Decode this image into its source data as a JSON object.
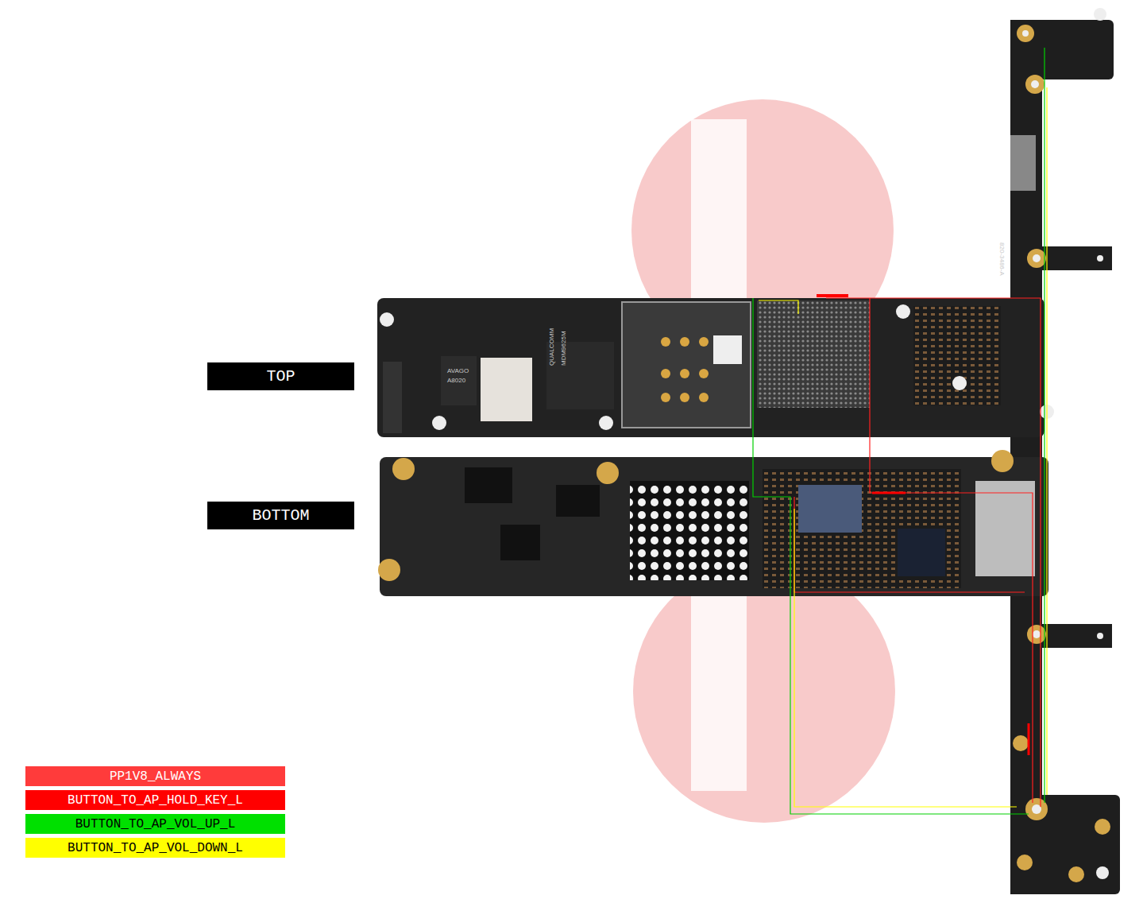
{
  "diagram": {
    "nodes": [
      {
        "text": [
          "TOP"
        ]
      },
      {
        "text": [
          "BOTTOM"
        ]
      }
    ],
    "labels": [
      "QUALCOMM",
      "MDM9625M",
      "AVAGO",
      "A8020",
      "820-3486-A"
    ],
    "legend": [
      {
        "text": "PP1V8_ALWAYS",
        "color": "#ff3b3b"
      },
      {
        "text": "BUTTON_TO_AP_HOLD_KEY_L",
        "color": "#ff0000"
      },
      {
        "text": "BUTTON_TO_AP_VOL_UP_L",
        "color": "#00e000"
      },
      {
        "text": "BUTTON_TO_AP_VOL_DOWN_L",
        "color": "#ffff00"
      }
    ]
  }
}
